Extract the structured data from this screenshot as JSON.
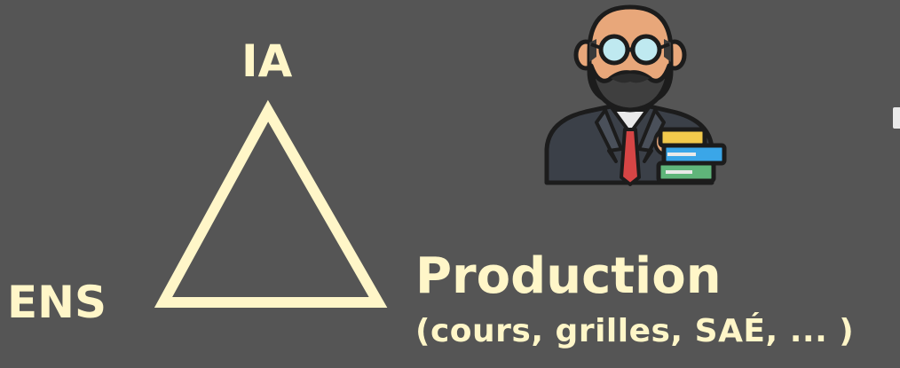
{
  "diagram": {
    "vertex_top_label": "IA",
    "vertex_left_label": "ENS",
    "vertex_right_label": "Production",
    "vertex_right_sublabel": "(cours, grilles, SAÉ, ... )"
  },
  "illustration": {
    "icon": "teacher-with-books-icon"
  },
  "colors": {
    "background": "#555555",
    "accent": "#fff6c8",
    "book_yellow": "#f2c94c",
    "book_blue": "#3aa6e8",
    "book_green": "#5fb57a",
    "tie_red": "#d64545"
  }
}
